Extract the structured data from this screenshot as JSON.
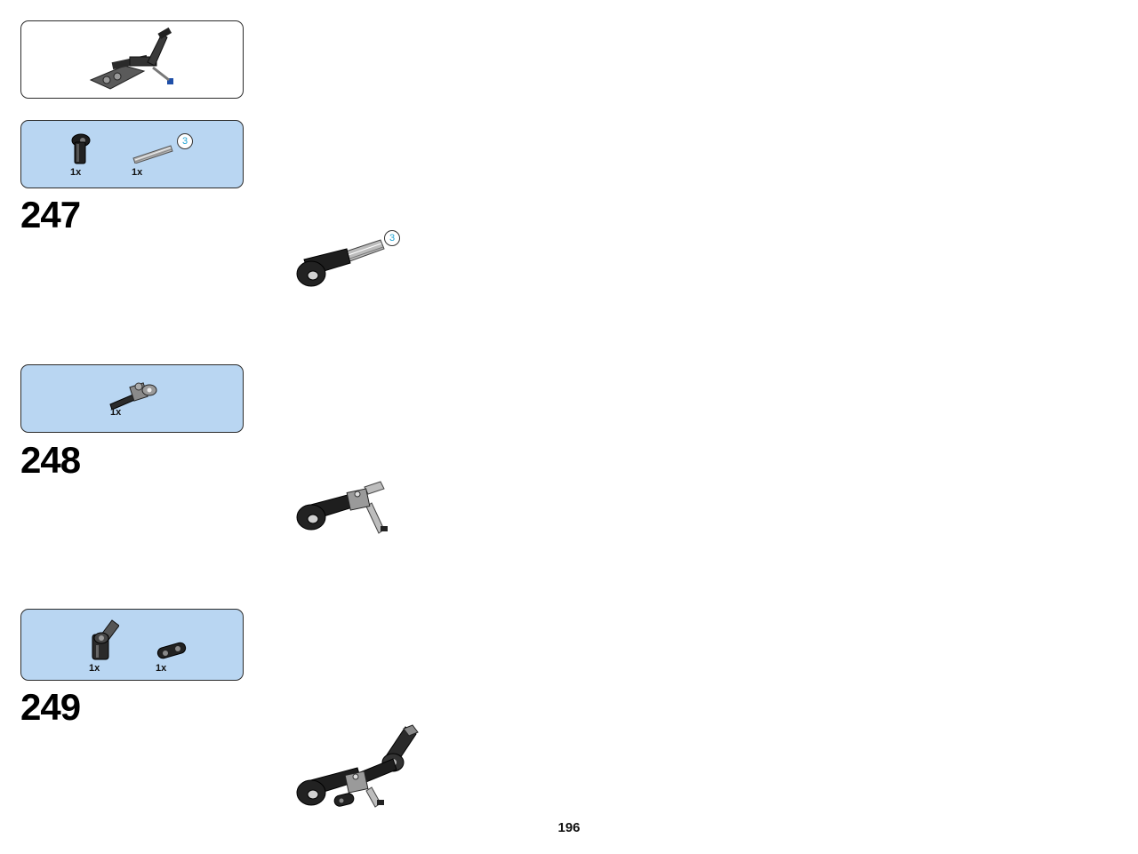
{
  "page": {
    "page_number": "196"
  },
  "steps": [
    {
      "number": "247",
      "parts": [
        {
          "icon": "black-connector-icon",
          "qty": "1x"
        },
        {
          "icon": "grey-axle-3-icon",
          "qty": "1x",
          "length": "3"
        }
      ],
      "assembly_length": "3"
    },
    {
      "number": "248",
      "parts": [
        {
          "icon": "axle-cross-block-icon",
          "qty": "1x"
        }
      ]
    },
    {
      "number": "249",
      "parts": [
        {
          "icon": "angled-connector-icon",
          "qty": "1x"
        },
        {
          "icon": "beam-2-icon",
          "qty": "1x"
        }
      ]
    }
  ],
  "colors": {
    "parts_panel": "#b9d6f2",
    "length_badge_text": "#1fa3d4"
  }
}
